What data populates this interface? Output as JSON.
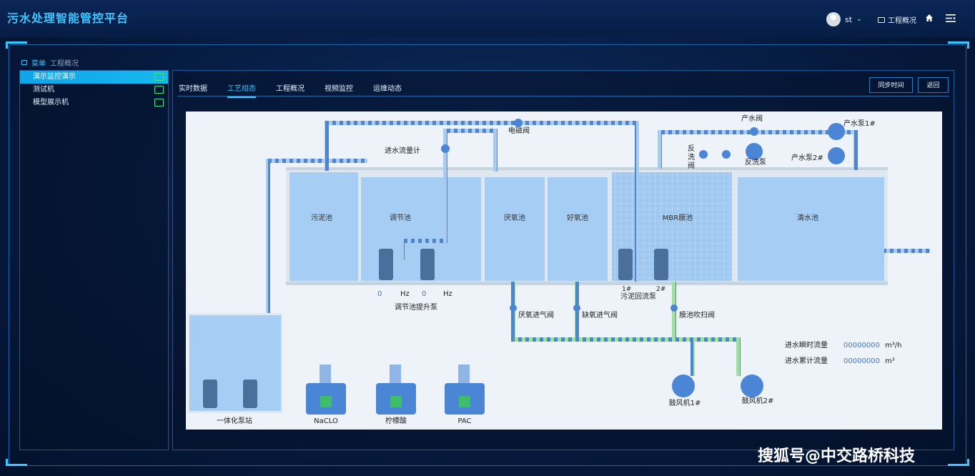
{
  "header": {
    "title": "污水处理智能管控平台",
    "user": "st",
    "overview_link": "工程概况"
  },
  "breadcrumb": {
    "menu": "菜单",
    "page": "工程概况"
  },
  "sidebar": {
    "items": [
      {
        "label": "演示监控演示",
        "active": true
      },
      {
        "label": "测试机",
        "active": false
      },
      {
        "label": "模型展示机",
        "active": false
      }
    ]
  },
  "tabs": [
    {
      "label": "实时数据",
      "active": false
    },
    {
      "label": "工艺组态",
      "active": true
    },
    {
      "label": "工程概况",
      "active": false
    },
    {
      "label": "视频监控",
      "active": false
    },
    {
      "label": "运维动态",
      "active": false
    }
  ],
  "buttons": {
    "sync": "同步时间",
    "back": "返回"
  },
  "process": {
    "tanks": {
      "sludge": "污泥池",
      "regulating": "调节池",
      "anoxic": "厌氧池",
      "aerobic": "好氧池",
      "mbr": "MBR膜池",
      "clean": "清水池"
    },
    "labels": {
      "inlet_flowmeter": "进水流量计",
      "solenoid_valve": "电磁阀",
      "product_valve": "产水阀",
      "product_pump1": "产水泵1#",
      "product_pump2": "产水泵2#",
      "backwash_valve_a": "反",
      "backwash_valve_b": "洗",
      "backwash_valve_c": "阀",
      "backwash_pump": "反洗泵",
      "pump_station": "一体化泵站",
      "lift_pump": "调节池提升泵",
      "hz1_value": "0",
      "hz2_value": "0",
      "hz_unit": "Hz",
      "sludge_return_pump": "污泥回流泵",
      "pump_no1": "1#",
      "pump_no2": "2#",
      "anoxic_inlet": "厌氧进气阀",
      "aerobic_inlet": "缺氧进气阀",
      "membrane_purge": "膜池吹扫阀",
      "blower1": "鼓风机1#",
      "blower2": "鼓风机2#",
      "naclo": "NaCLO",
      "citric": "柠檬酸",
      "pac": "PAC",
      "instant_flow_label": "进水瞬时流量",
      "instant_flow_value": "00000000",
      "instant_flow_unit": "m³/h",
      "total_flow_label": "进水累计流量",
      "total_flow_value": "00000000",
      "total_flow_unit": "m³"
    }
  },
  "watermark": "搜狐号@中交路桥科技"
}
